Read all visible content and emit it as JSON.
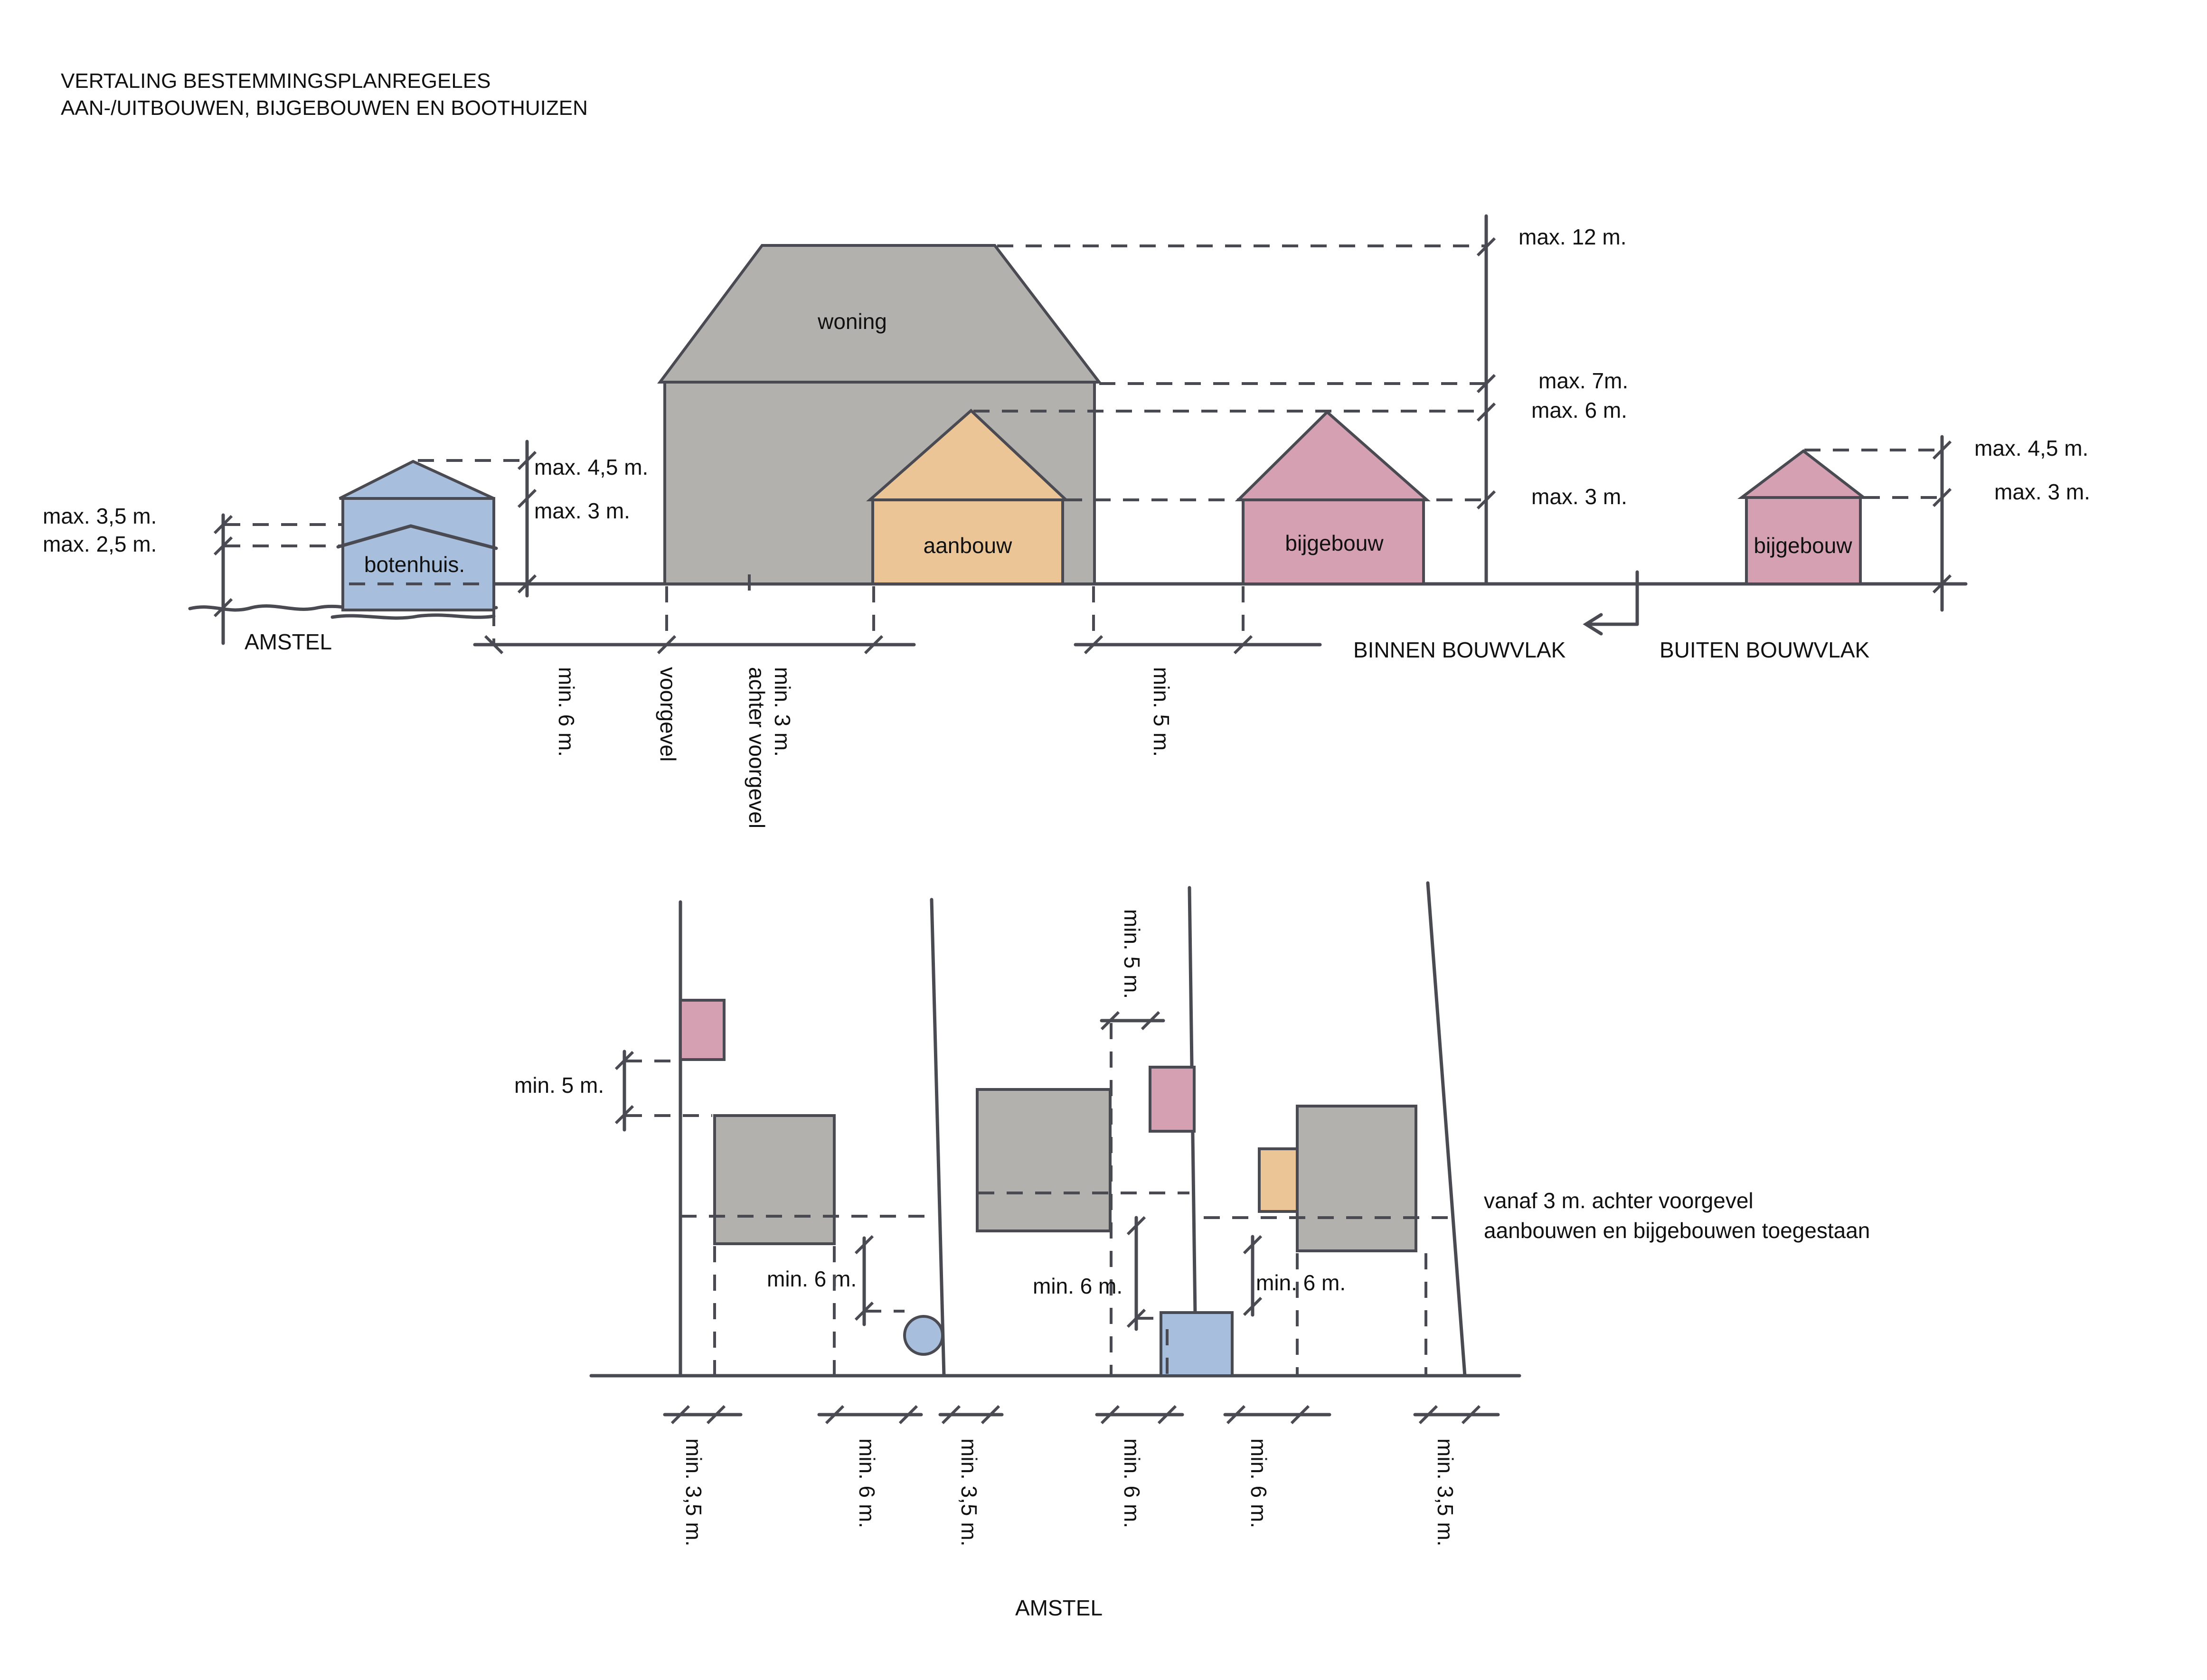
{
  "title": {
    "line1": "VERTALING BESTEMMINGSPLANREGELES",
    "line2": "AAN-/UITBOUWEN, BIJGEBOUWEN EN BOOTHUIZEN"
  },
  "colors": {
    "woning": "#b2b1ae",
    "aanbouw": "#ecc596",
    "bijgebouw": "#d4a0b2",
    "botenhuis": "#a8bedd",
    "line": "#4a4a52"
  },
  "elevation": {
    "buildings": {
      "woning": "woning",
      "aanbouw": "aanbouw",
      "bijgebouw_in": "bijgebouw",
      "bijgebouw_out": "bijgebouw",
      "botenhuis": "botenhuis."
    },
    "heights_right": {
      "h12": "max. 12 m.",
      "h7": "max. 7m.",
      "h6": "max. 6 m.",
      "h3": "max. 3 m."
    },
    "heights_outside": {
      "h45": "max. 4,5 m.",
      "h3": "max. 3 m."
    },
    "heights_botenhuis": {
      "h45": "max. 4,5 m.",
      "h3": "max. 3 m.",
      "h35": "max. 3,5 m.",
      "h25": "max. 2,5 m."
    },
    "amstel": "AMSTEL",
    "zones": {
      "binnen": "BINNEN BOUWVLAK",
      "buiten": "BUITEN BOUWVLAK"
    },
    "dims": {
      "min6": "min. 6 m.",
      "voorgevel": "voorgevel",
      "min3": "min. 3 m.",
      "achter": "achter voorgevel",
      "min5": "min. 5 m."
    }
  },
  "plan": {
    "left_min5": "min. 5 m.",
    "top_min5": "min. 5 m.",
    "side_min6_a": "min. 6 m.",
    "side_min6_b": "min. 6 m.",
    "side_min6_c": "min. 6 m.",
    "note_line1": "vanaf 3 m. achter voorgevel",
    "note_line2": "aanbouwen en bijgebouwen toegestaan",
    "bottom": [
      "min. 3,5 m.",
      "min. 6 m.",
      "min. 3,5 m.",
      "min. 6 m.",
      "min. 6 m.",
      "min. 3,5 m."
    ],
    "amstel": "AMSTEL"
  }
}
